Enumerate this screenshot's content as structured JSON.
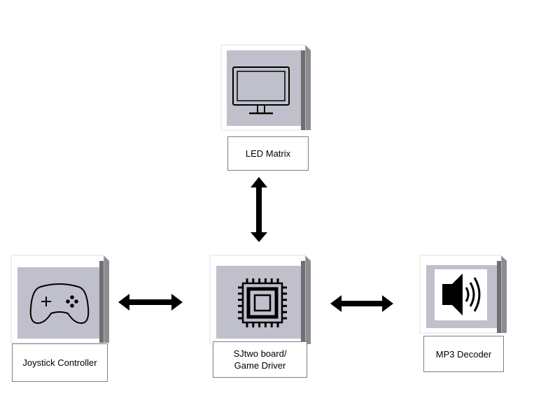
{
  "nodes": {
    "led": {
      "label": "LED Matrix",
      "icon": "monitor-icon"
    },
    "board": {
      "label_line1": "SJtwo board/",
      "label_line2": "Game Driver",
      "icon": "chip-icon"
    },
    "joystick": {
      "label": "Joystick Controller",
      "icon": "gamepad-icon"
    },
    "mp3": {
      "label": "MP3 Decoder",
      "icon": "speaker-icon"
    }
  },
  "colors": {
    "tile_face": "#bfc0cc",
    "tile_frame": "#ffffff",
    "tile_shadow": "#6f6f73",
    "tile_side": "#8c8c92",
    "arrow": "#000000",
    "caption_border": "#7f7f7f"
  },
  "arrows": [
    {
      "from": "led",
      "to": "board",
      "direction": "bidirectional"
    },
    {
      "from": "joystick",
      "to": "board",
      "direction": "bidirectional"
    },
    {
      "from": "board",
      "to": "mp3",
      "direction": "bidirectional"
    }
  ]
}
